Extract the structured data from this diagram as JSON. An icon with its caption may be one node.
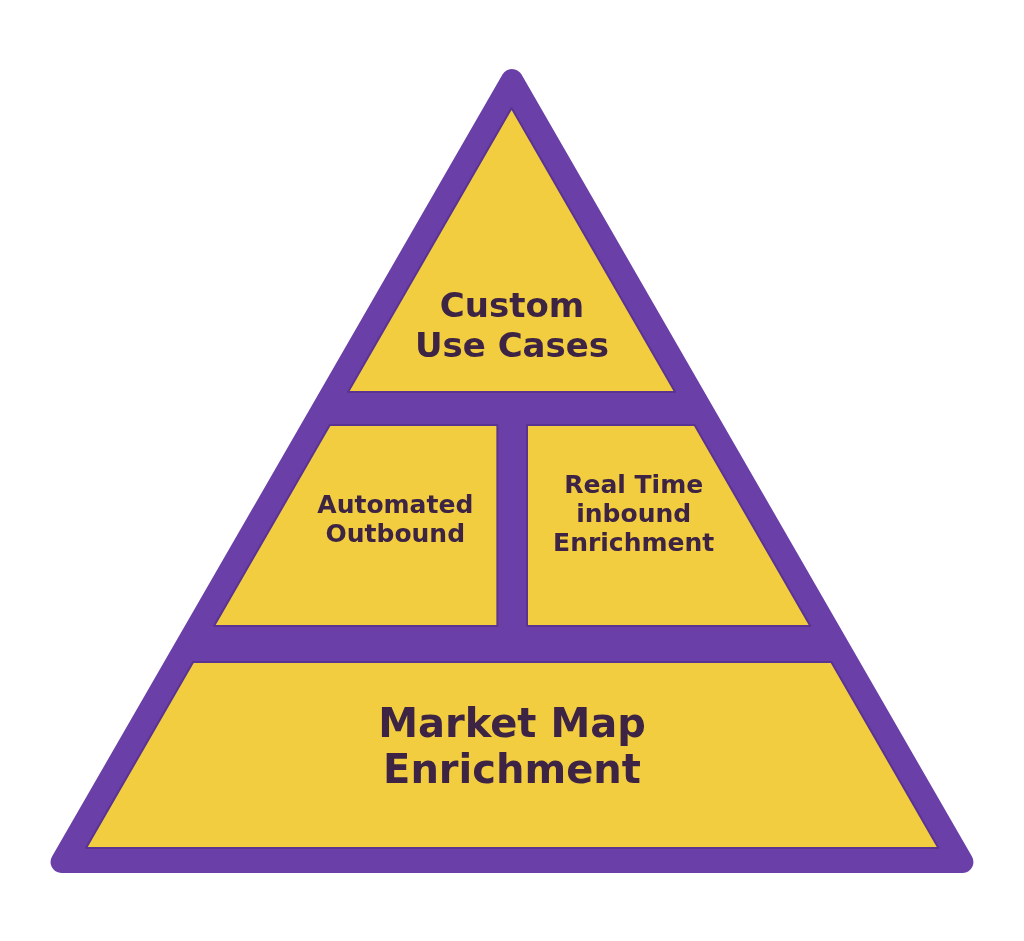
{
  "diagram": {
    "nodes": [
      {
        "text": [
          "Custom Use Cases"
        ]
      },
      {
        "text": [
          "Automated Outbound"
        ]
      },
      {
        "text": [
          "Real Time inbound Enrichment"
        ]
      },
      {
        "text": [
          "Market Map Enrichment"
        ]
      }
    ]
  }
}
